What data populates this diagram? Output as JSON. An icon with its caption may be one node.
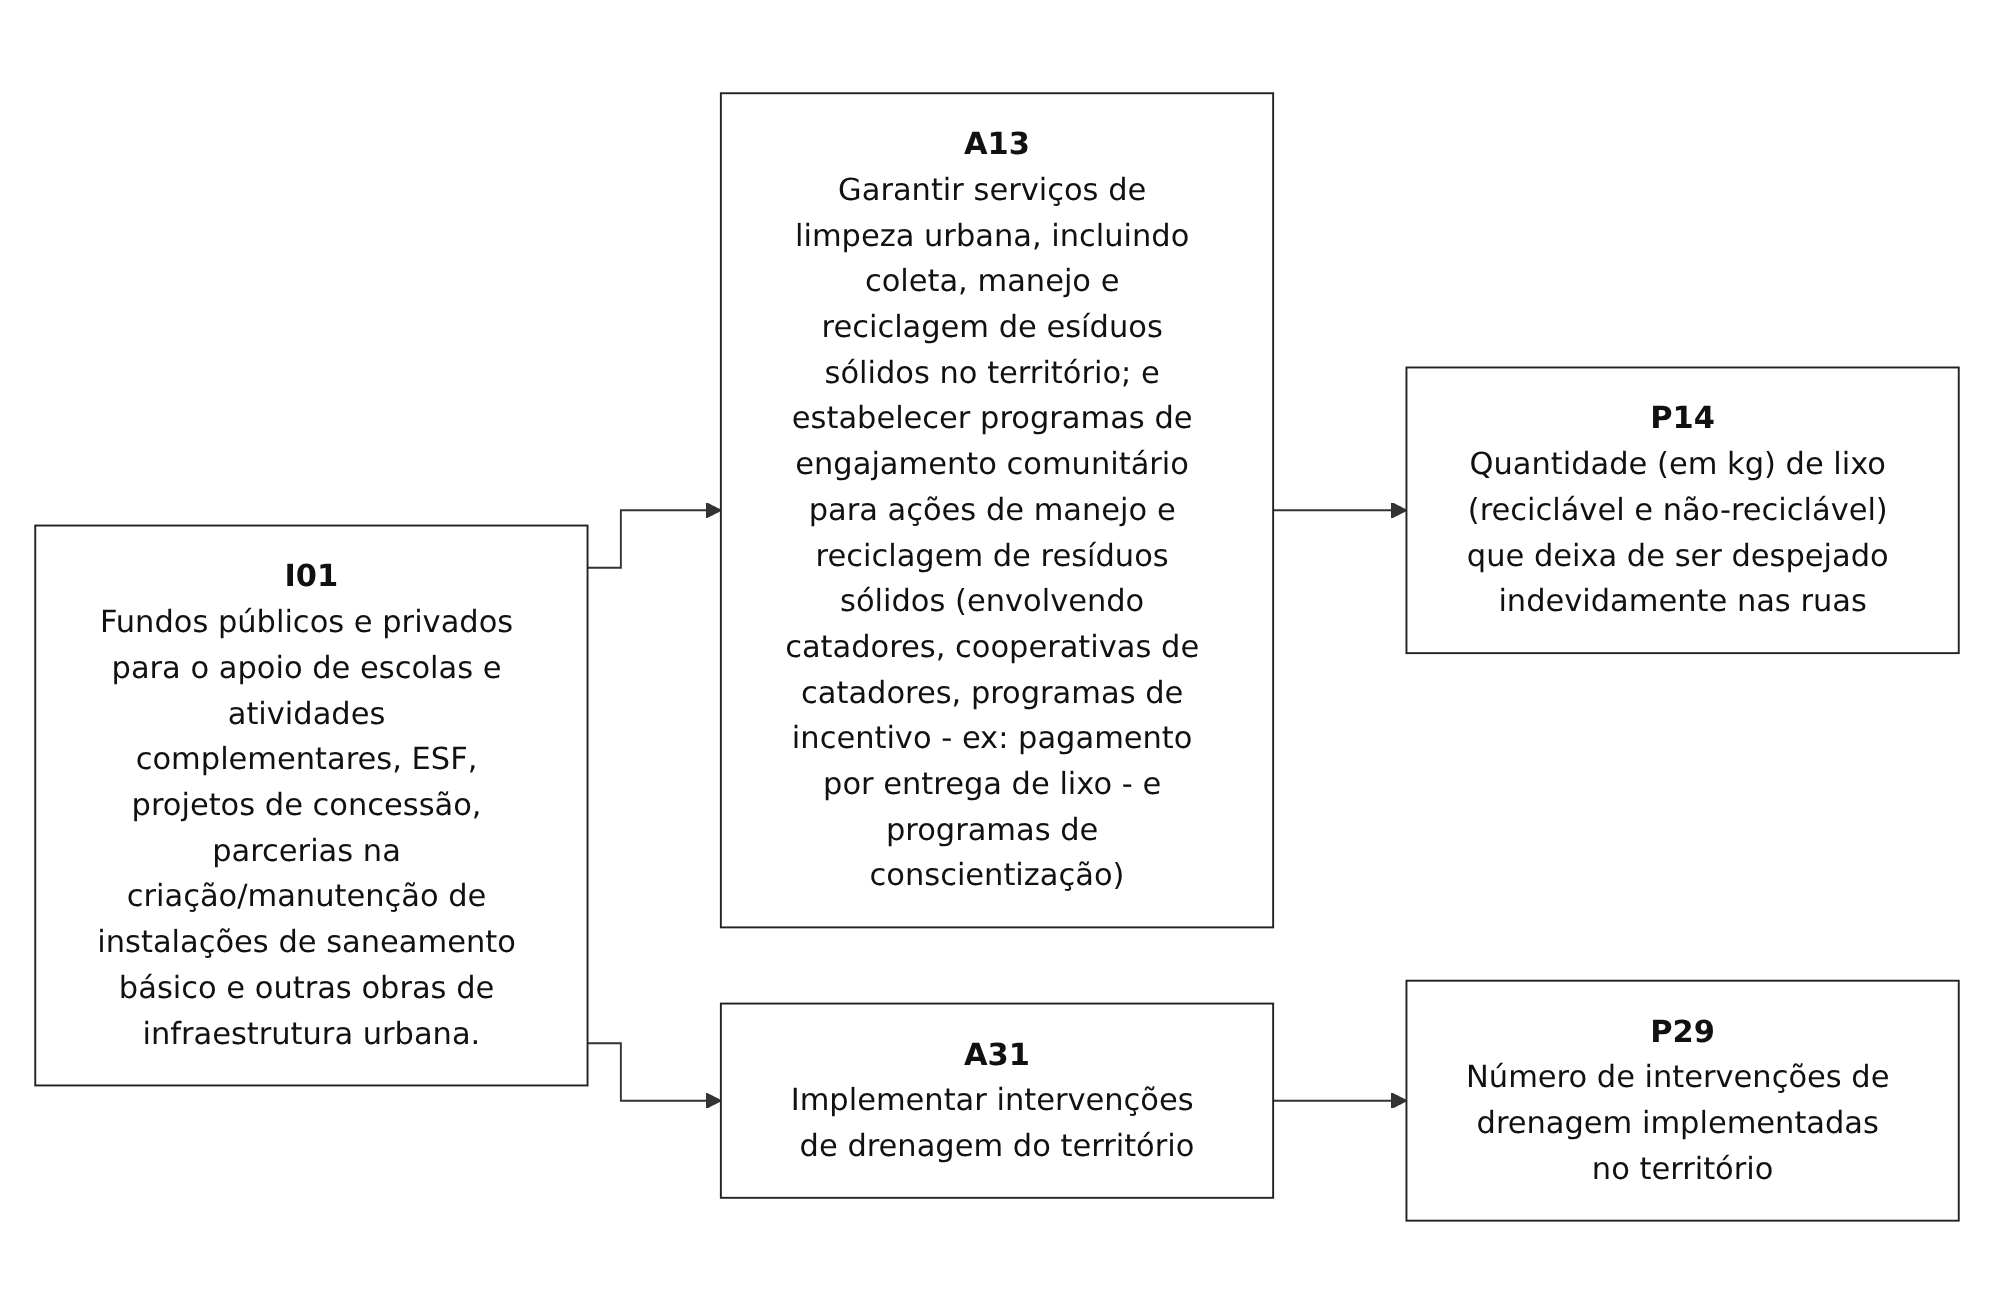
{
  "diagram": {
    "nodes": [
      {
        "text": [
          "I01",
          "Fundos públicos e privados para o apoio de escolas e atividades complementares, ESF, projetos de concessão, parcerias na criação/manutenção de instalações de saneamento básico e outras obras de infraestrutura urbana."
        ]
      },
      {
        "text": [
          "A13",
          "Garantir serviços de limpeza urbana, incluindo coleta, manejo e reciclagem de esíduos sólidos no território; e estabelecer programas de engajamento comunitário para ações de manejo e reciclagem de resíduos sólidos (envolvendo catadores, cooperativas de catadores, programas de incentivo - ex: pagamento por entrega de lixo - e programas de conscientização)"
        ]
      },
      {
        "text": [
          "P14",
          "Quantidade (em kg) de lixo (reciclável e não-reciclável) que deixa de ser despejado indevidamente nas ruas"
        ]
      },
      {
        "text": [
          "A31",
          "Implementar intervenções de drenagem do território"
        ]
      },
      {
        "text": [
          "P29",
          "Número de intervenções de drenagem implementadas no território"
        ]
      }
    ],
    "edges": [
      {
        "from": 0,
        "to": 1,
        "arrow": "to"
      },
      {
        "from": 0,
        "to": 3,
        "arrow": "to"
      },
      {
        "from": 1,
        "to": 2,
        "arrow": "to"
      },
      {
        "from": 3,
        "to": 4,
        "arrow": "to"
      }
    ]
  }
}
